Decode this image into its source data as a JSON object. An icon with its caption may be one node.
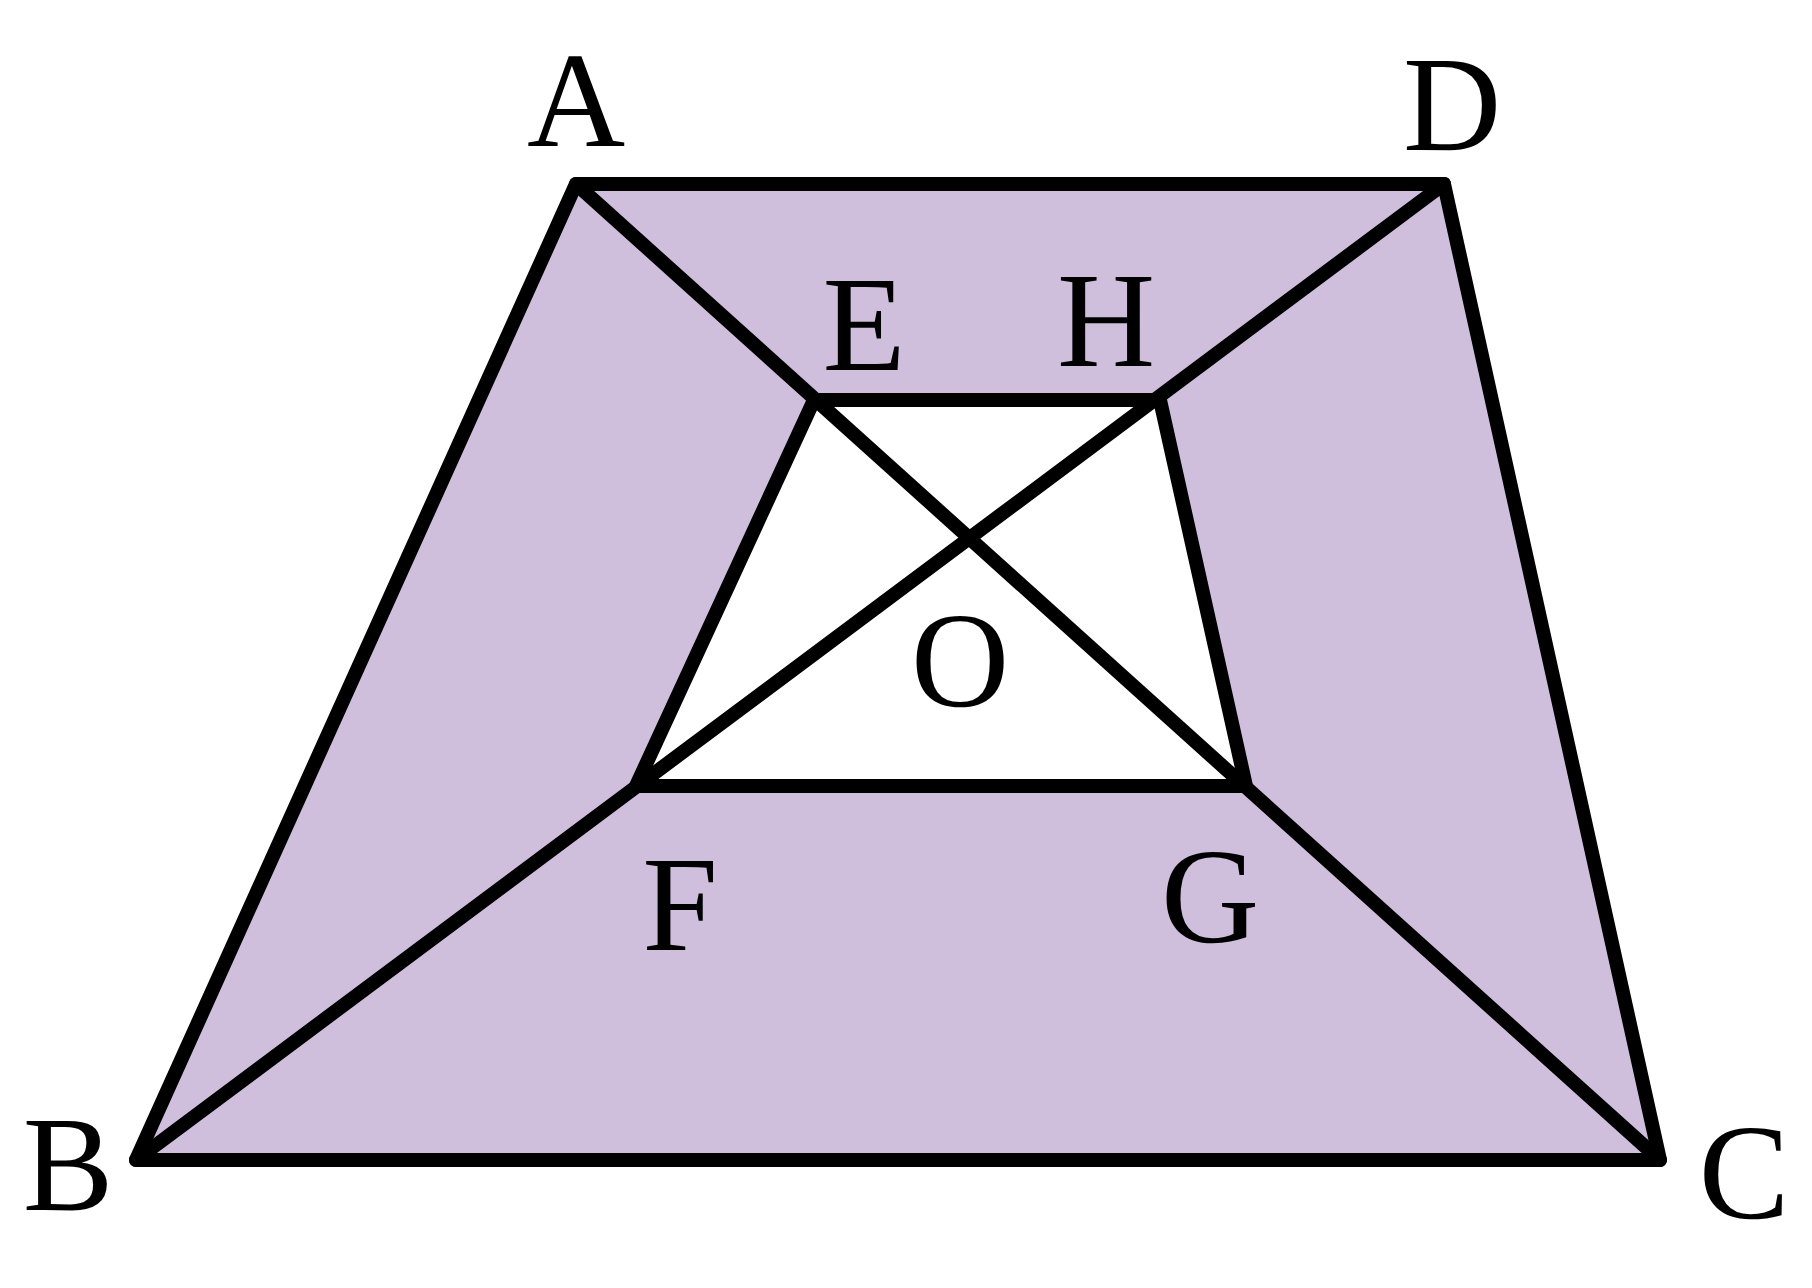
{
  "diagram": {
    "labels": [
      "A",
      "D",
      "E",
      "H",
      "O",
      "F",
      "G",
      "B",
      "C"
    ]
  }
}
